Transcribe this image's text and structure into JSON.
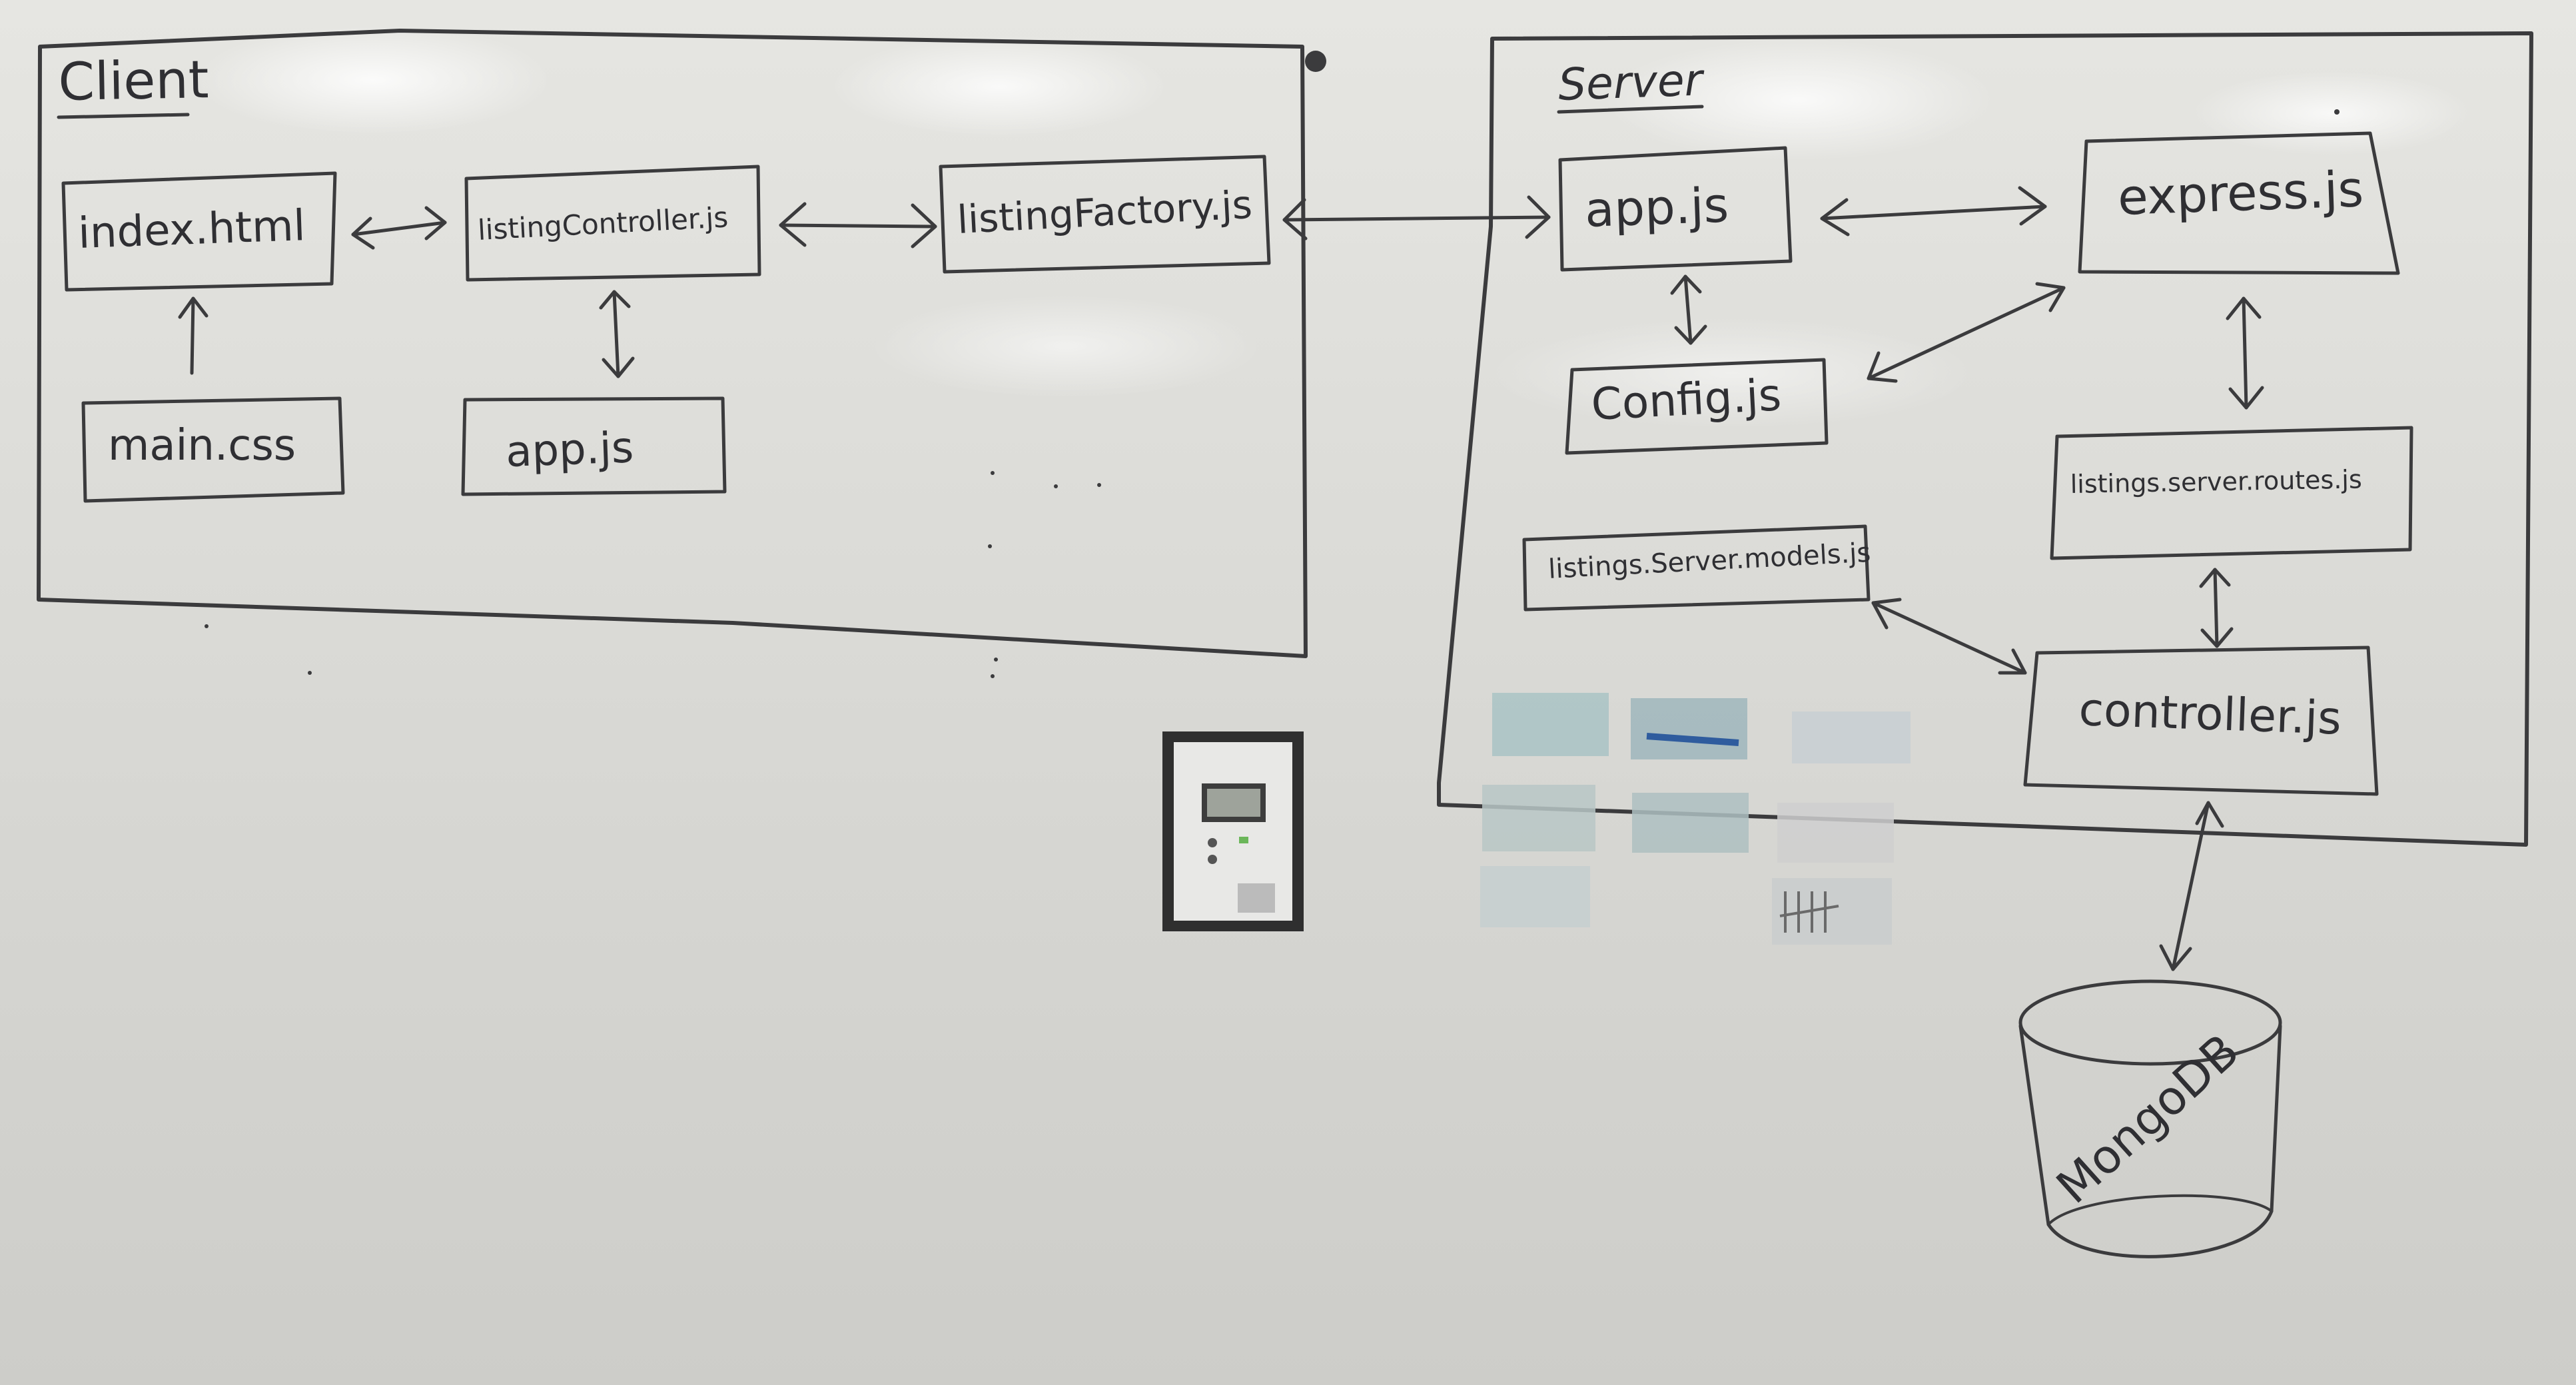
{
  "regions": {
    "client": {
      "label": "Client"
    },
    "server": {
      "label": "Server"
    }
  },
  "client_nodes": {
    "index_html": "index.html",
    "main_css": "main.css",
    "listing_controller": "listingController.js",
    "app_js": "app.js",
    "listing_factory": "listingFactory.js"
  },
  "server_nodes": {
    "app_js": "app.js",
    "config_js": "Config.js",
    "express_js": "express.js",
    "models_js": "listings.Server.models.js",
    "routes_js": "listings.server.routes.js",
    "controller_js": "controller.js"
  },
  "database": {
    "label": "MongoDB"
  },
  "colors": {
    "marker_ink": "#3b3b3d",
    "board": "#dcdcd8",
    "thermostat_body": "#e8e8e6",
    "tape_teal": "#5aa0a0"
  },
  "icons": {
    "thermostat": "thermostat-icon",
    "database": "database-cylinder-icon"
  }
}
